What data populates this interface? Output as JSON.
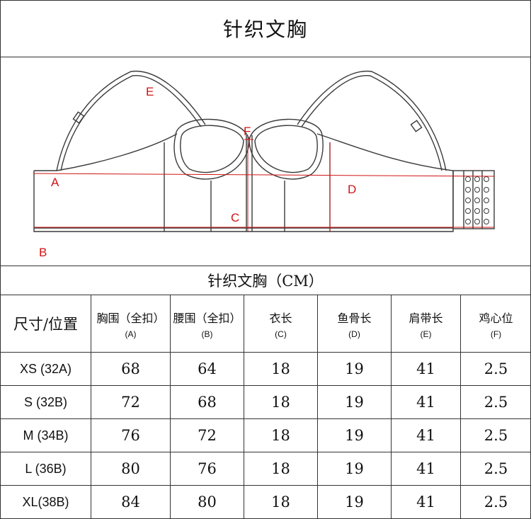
{
  "title": "针织文胸",
  "diagram": {
    "labels": {
      "a": "A",
      "b": "B",
      "c": "C",
      "d": "D",
      "e": "E",
      "f": "F"
    },
    "line_color": "#3a3a3a",
    "measure_color": "#d21414"
  },
  "table": {
    "caption": "针织文胸（CM）",
    "headers": [
      {
        "zh": "尺寸/位置",
        "code": ""
      },
      {
        "zh": "胸围（全扣）",
        "code": "(A)"
      },
      {
        "zh": "腰围（全扣）",
        "code": "(B)"
      },
      {
        "zh": "衣长",
        "code": "(C)"
      },
      {
        "zh": "鱼骨长",
        "code": "(D)"
      },
      {
        "zh": "肩带长",
        "code": "(E)"
      },
      {
        "zh": "鸡心位",
        "code": "(F)"
      }
    ],
    "rows": [
      {
        "size": "XS (32A)",
        "a": "68",
        "b": "64",
        "c": "18",
        "d": "19",
        "e": "41",
        "f": "2.5"
      },
      {
        "size": "S (32B)",
        "a": "72",
        "b": "68",
        "c": "18",
        "d": "19",
        "e": "41",
        "f": "2.5"
      },
      {
        "size": "M (34B)",
        "a": "76",
        "b": "72",
        "c": "18",
        "d": "19",
        "e": "41",
        "f": "2.5"
      },
      {
        "size": "L (36B)",
        "a": "80",
        "b": "76",
        "c": "18",
        "d": "19",
        "e": "41",
        "f": "2.5"
      },
      {
        "size": "XL(38B)",
        "a": "84",
        "b": "80",
        "c": "18",
        "d": "19",
        "e": "41",
        "f": "2.5"
      }
    ]
  }
}
